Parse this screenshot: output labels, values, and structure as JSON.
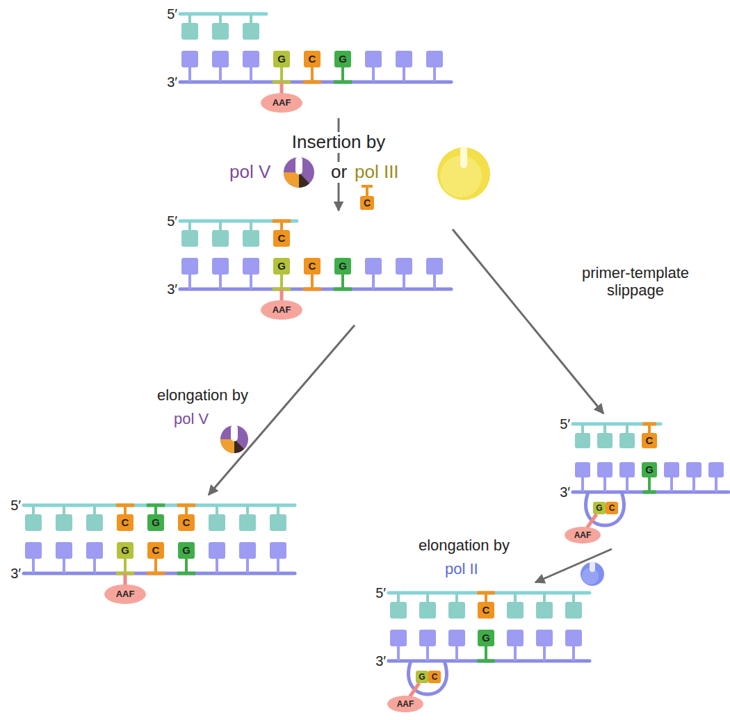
{
  "diagram": {
    "nodes": [
      {
        "text": [
          "5′",
          "3′",
          "G",
          "C",
          "G",
          "AAF"
        ]
      },
      {
        "text": [
          "5′",
          "C",
          "3′",
          "G",
          "C",
          "G",
          "AAF"
        ]
      },
      {
        "text": [
          "5′",
          "C",
          "G",
          "C",
          "3′",
          "G",
          "C",
          "G",
          "AAF"
        ]
      },
      {
        "text": [
          "5′",
          "C",
          "3′",
          "G",
          "G",
          "C",
          "AAF"
        ]
      },
      {
        "text": [
          "5′",
          "C",
          "3′",
          "G",
          "G",
          "C",
          "AAF"
        ]
      }
    ],
    "edges": [
      {
        "from": 0,
        "to": 1,
        "arrow": "to",
        "label": "Insertion by"
      },
      {
        "from": 1,
        "to": 2,
        "arrow": "to",
        "label": "elongation by"
      },
      {
        "from": 1,
        "to": 3,
        "arrow": "to",
        "label": "primer-template slippage"
      },
      {
        "from": 3,
        "to": 4,
        "arrow": "to",
        "label": "elongation by"
      }
    ],
    "labels": [
      "pol V",
      "or",
      "pol III",
      "C",
      "pol V",
      "pol II"
    ]
  }
}
